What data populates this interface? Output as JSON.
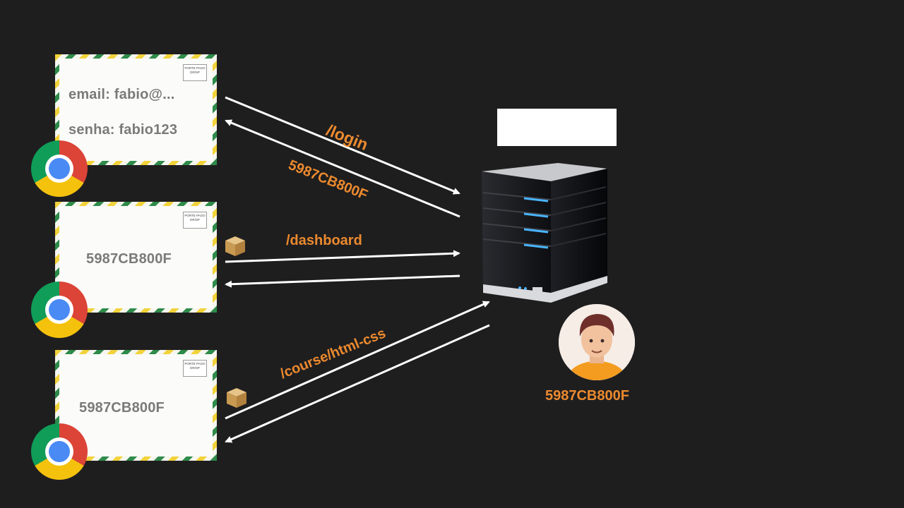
{
  "envelopes": [
    {
      "line1": "email: fabio@...",
      "line2": "senha: fabio123",
      "stamp": "PORTE PAGO\nDR/SP"
    },
    {
      "line1": "5987CB800F",
      "stamp": "PORTE PAGO\nDR/SP"
    },
    {
      "line1": "5987CB800F",
      "stamp": "PORTE PAGO\nDR/SP"
    }
  ],
  "routes": {
    "login": "/login",
    "login_response": "5987CB800F",
    "dashboard": "/dashboard",
    "course": "/course/html-css"
  },
  "session": {
    "id_label": "5987CB800F"
  },
  "colors": {
    "accent": "#ec8a2e",
    "background": "#1f1e1f",
    "arrow": "#ffffff"
  },
  "icons": [
    "chrome-icon",
    "package-icon",
    "server-icon",
    "user-avatar-icon"
  ]
}
